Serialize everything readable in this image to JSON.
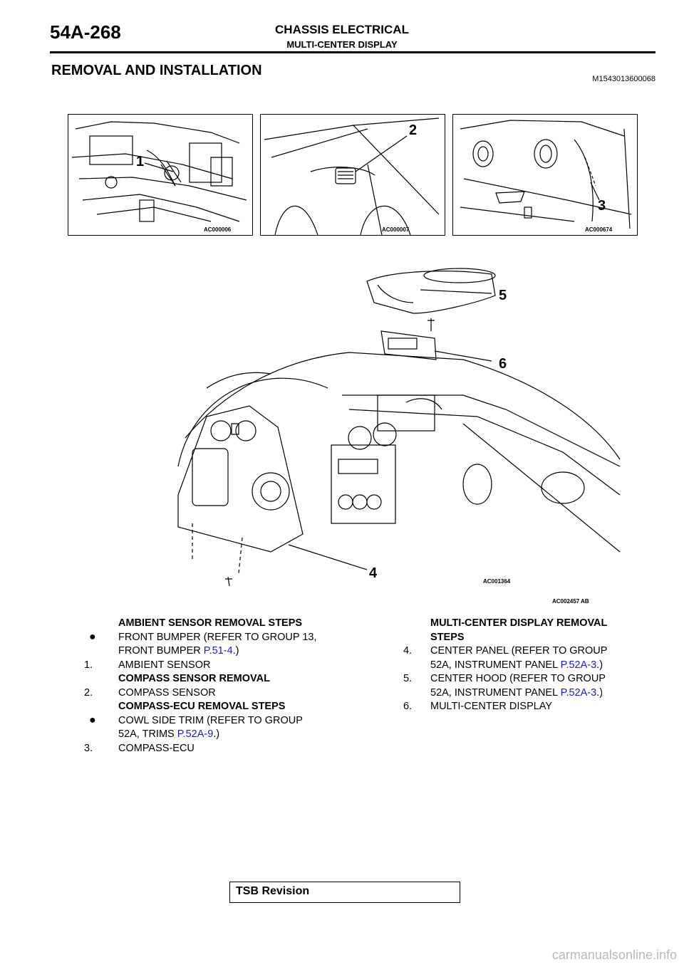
{
  "header": {
    "page_number": "54A-268",
    "section": "CHASSIS ELECTRICAL",
    "subsection": "MULTI-CENTER DISPLAY",
    "title": "REMOVAL AND INSTALLATION",
    "doc_id": "M1543013600068"
  },
  "figures": {
    "top": [
      {
        "code": "AC000006",
        "callout": "1"
      },
      {
        "code": "AC000007",
        "callout": "2"
      },
      {
        "code": "AC000674",
        "callout": "3"
      }
    ],
    "main": {
      "inner_code": "AC001364",
      "code": "AC002457",
      "code_suffix": "AB",
      "callouts": [
        "4",
        "5",
        "6"
      ]
    }
  },
  "left_column": {
    "ambient_header": "AMBIENT SENSOR REMOVAL STEPS",
    "ambient_bullet_text": "FRONT BUMPER (REFER TO GROUP 13,",
    "ambient_bullet_cont": "FRONT BUMPER ",
    "ambient_bullet_link": "P.51-4",
    "ambient_bullet_end": ".)",
    "step1_num": "1.",
    "step1_text": "AMBIENT SENSOR",
    "compass_header": "COMPASS SENSOR REMOVAL",
    "step2_num": "2.",
    "step2_text": "COMPASS SENSOR",
    "ecu_header": "COMPASS-ECU REMOVAL STEPS",
    "ecu_bullet_text": "COWL SIDE TRIM (REFER TO GROUP",
    "ecu_bullet_cont": "52A, TRIMS ",
    "ecu_bullet_link": "P.52A-9",
    "ecu_bullet_end": ".)",
    "step3_num": "3.",
    "step3_text": "COMPASS-ECU"
  },
  "right_column": {
    "display_header_1": "MULTI-CENTER DISPLAY REMOVAL",
    "display_header_2": "STEPS",
    "step4_num": "4.",
    "step4_text": "CENTER PANEL (REFER TO GROUP",
    "step4_cont": "52A, INSTRUMENT PANEL ",
    "step4_link": "P.52A-3",
    "step4_end": ".)",
    "step5_num": "5.",
    "step5_text": "CENTER HOOD (REFER TO GROUP",
    "step5_cont": "52A, INSTRUMENT PANEL ",
    "step5_link": "P.52A-3",
    "step5_end": ".)",
    "step6_num": "6.",
    "step6_text": "MULTI-CENTER DISPLAY"
  },
  "footer": {
    "tsb": "TSB Revision",
    "watermark": "carmanualsonline.info"
  },
  "colors": {
    "link": "#1a1ad6",
    "watermark": "#b9b9b9"
  },
  "icons": {
    "bullet": "bullet-dot-icon"
  }
}
